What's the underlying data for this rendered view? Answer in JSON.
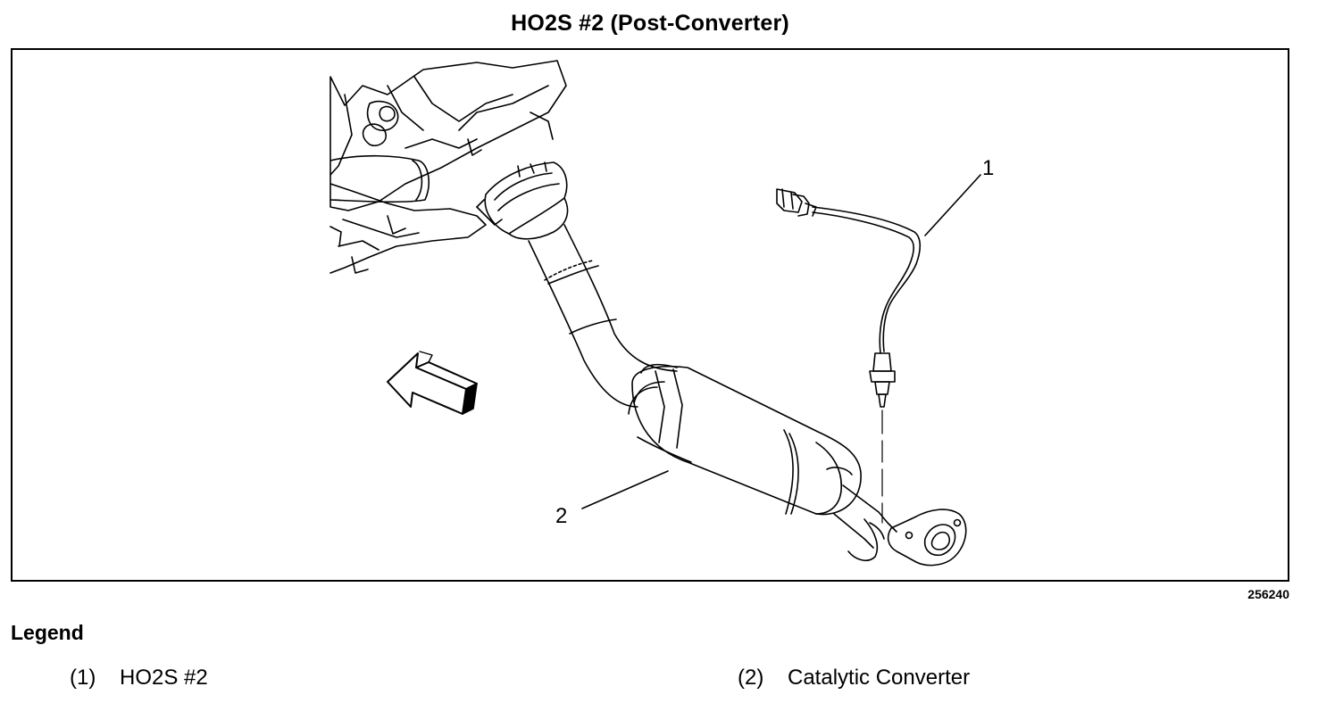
{
  "title": "HO2S #2 (Post-Converter)",
  "figure_number": "256240",
  "callouts": [
    {
      "id": "1"
    },
    {
      "id": "2"
    }
  ],
  "legend": {
    "heading": "Legend",
    "items": [
      {
        "number": "(1)",
        "label": "HO2S #2"
      },
      {
        "number": "(2)",
        "label": "Catalytic Converter"
      }
    ]
  }
}
